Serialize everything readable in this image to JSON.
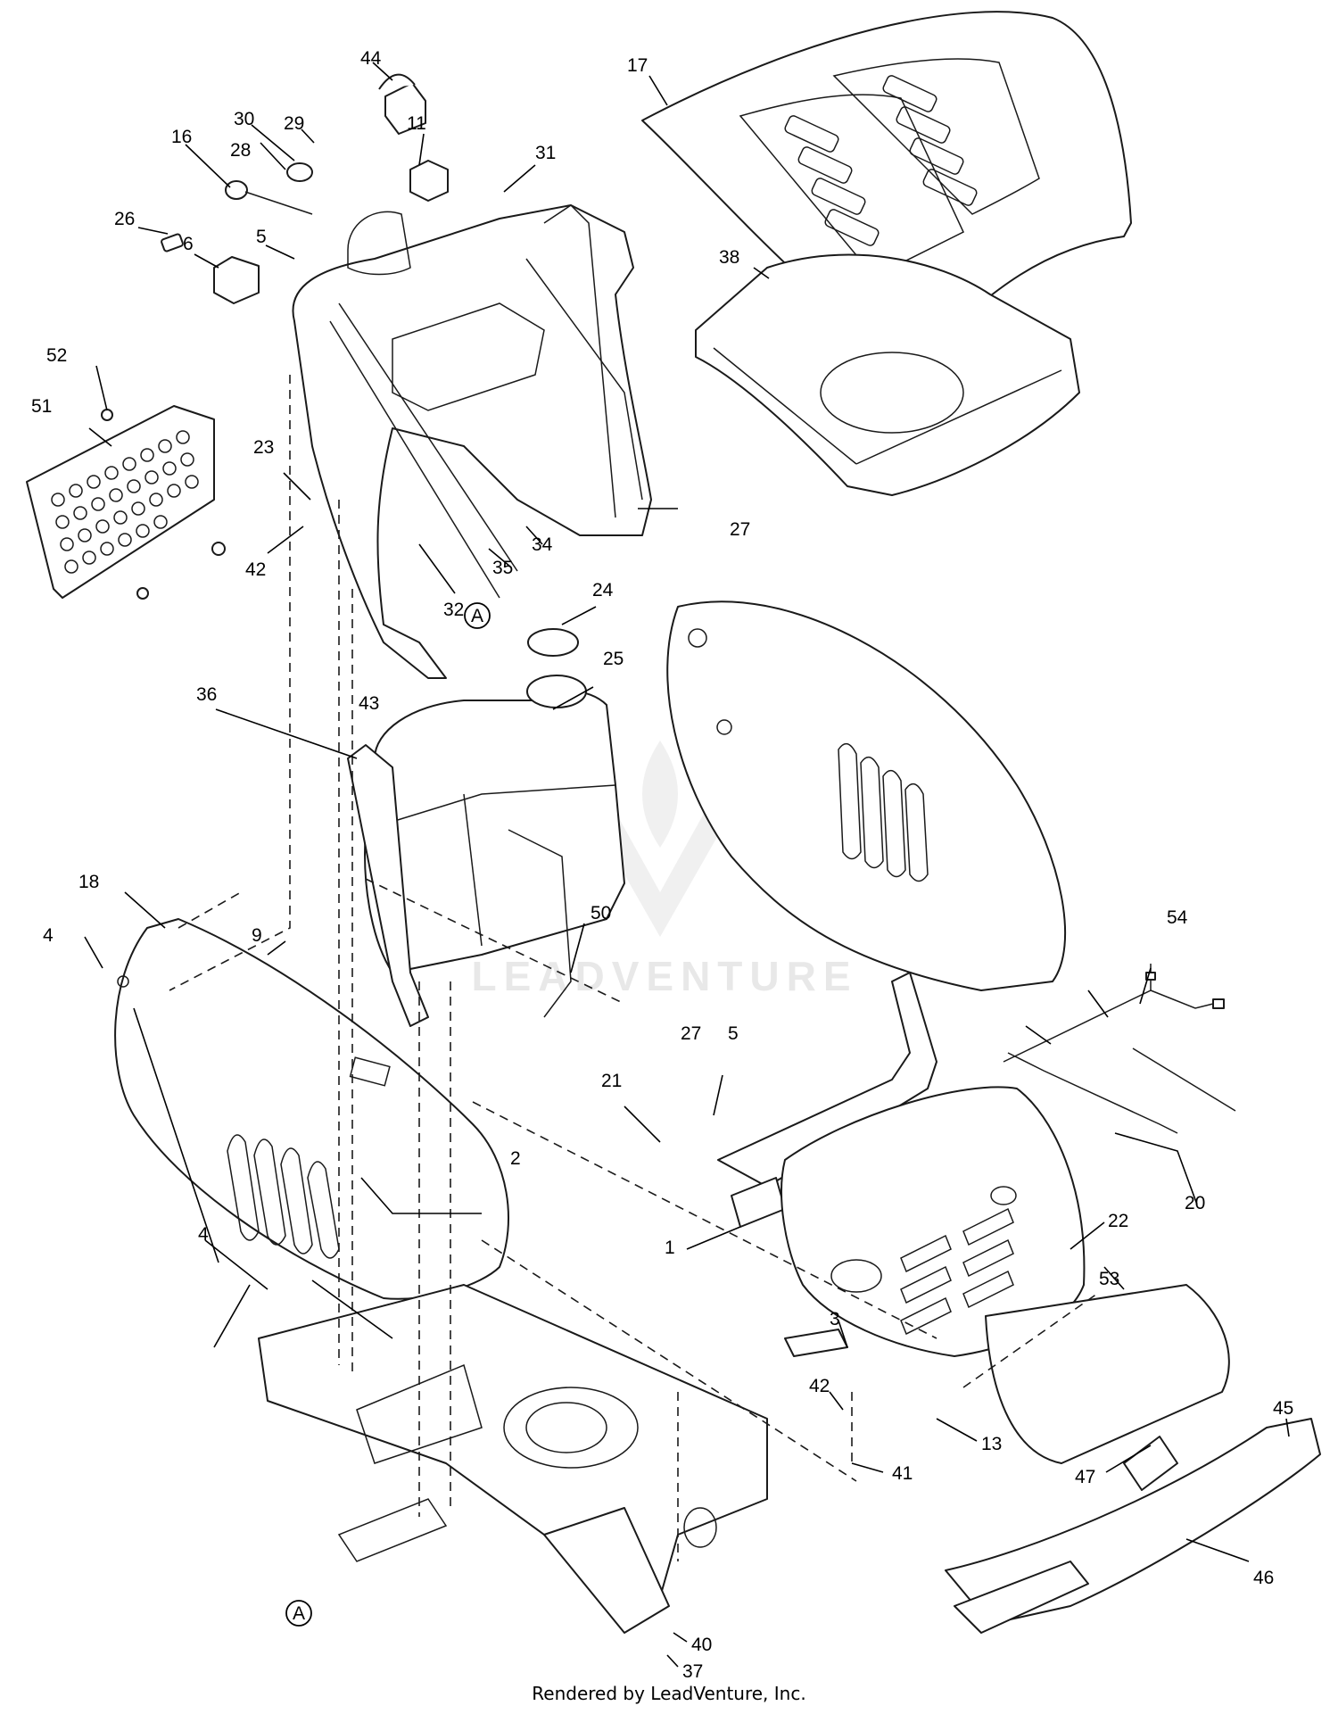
{
  "footer": "Rendered by LeadVenture, Inc.",
  "watermark": "LEADVENTURE",
  "callouts": [
    "44",
    "11",
    "17",
    "31",
    "30",
    "29",
    "16",
    "28",
    "26",
    "6",
    "5",
    "38",
    "52",
    "51",
    "23",
    "32",
    "35",
    "34",
    "27",
    "42",
    "45",
    "47",
    "46",
    "13",
    "41",
    "3",
    "20",
    "22",
    "1",
    "53",
    "54",
    "21",
    "2",
    "4",
    "9",
    "18",
    "36",
    "43",
    "25",
    "24",
    "50",
    "40",
    "37"
  ],
  "reference_markers": [
    "A",
    "A"
  ]
}
